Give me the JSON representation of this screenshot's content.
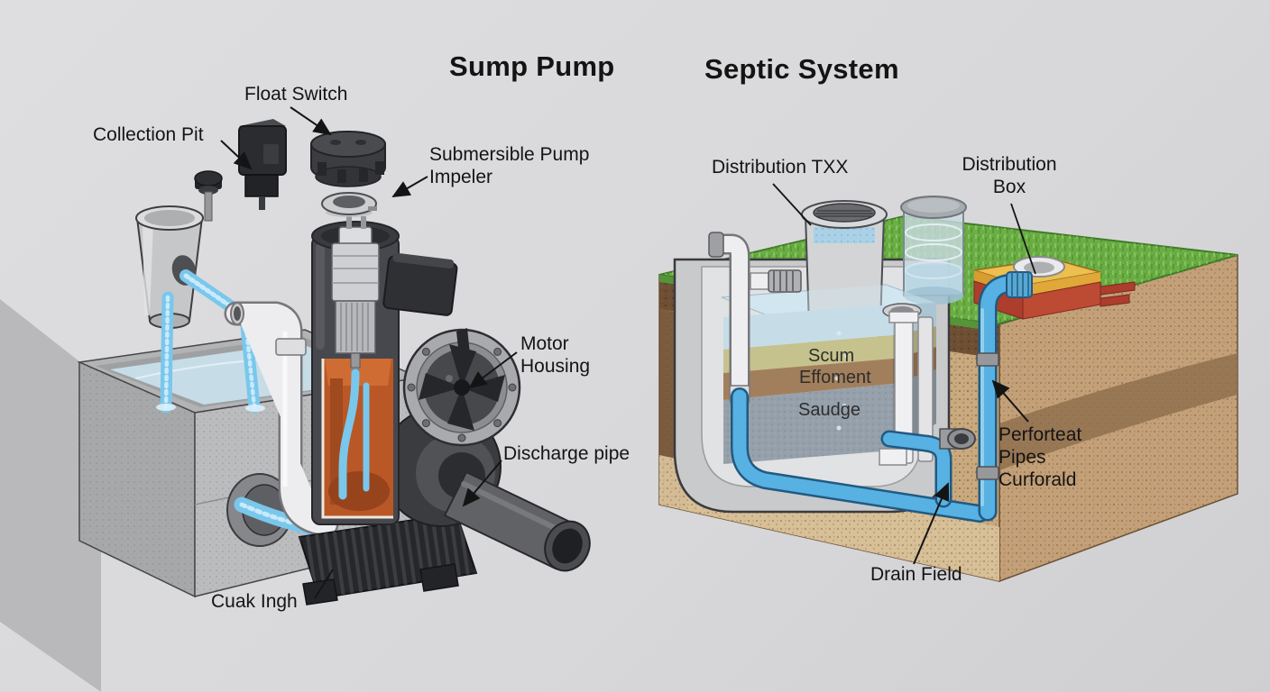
{
  "sump_pump": {
    "title": "Sump Pump",
    "labels": {
      "float_switch": "Float Switch",
      "collection_pit": "Collection Pit",
      "submersible_pump_impeler": "Submersible Pump\nImpeler",
      "motor_housing": "Motor\nHousing",
      "discharge_pipe": "Discharge pipe",
      "cuak_ingh": "Cuak Ingh"
    }
  },
  "septic_system": {
    "title": "Septic System",
    "labels": {
      "distribution_txx": "Distribution TXX",
      "distribution_box": "Distribution\nBox",
      "scum": "Scum",
      "effoment": "Effoment",
      "saudge": "Saudge",
      "perforated_pipes": "Perforteat\nPipes\nCurforald",
      "drain_field": "Drain Field"
    }
  },
  "colors": {
    "background": "#d8d8da",
    "label_ink": "#141414",
    "water_blue": "#7ac7ec",
    "pipe_blue": "#57b1e2",
    "tank_water": "#c6dde8",
    "scum_tan": "#c6c28d",
    "effluent_brown": "#a27f5c",
    "sludge_gray": "#96a0aa",
    "grass_green": "#6cae45",
    "soil_sand": "#c9a97e",
    "topsoil_brown": "#6f4f33",
    "box_yellow": "#ecbf4e",
    "box_red": "#ad3d2c",
    "pump_orange": "#b95726",
    "concrete_gray": "#c9cacc",
    "casing_dark": "#47484d",
    "pvc_white": "#ededef"
  }
}
